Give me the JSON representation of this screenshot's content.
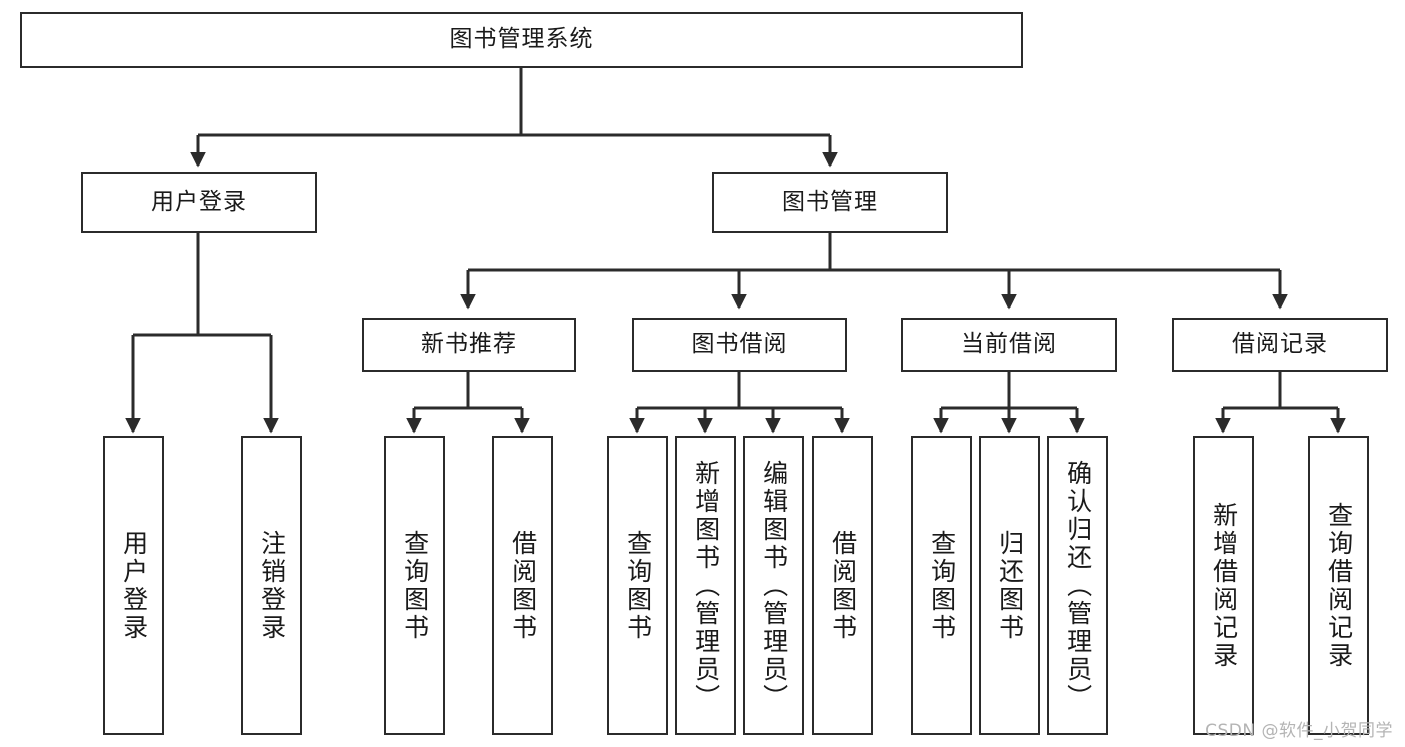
{
  "diagram": {
    "title": "图书管理系统",
    "type": "functional-structure-tree",
    "watermark": "CSDN @软件_小贺同学",
    "colors": {
      "background": "#ffffff",
      "box_border": "#2b2b2b",
      "box_fill": "#ffffff",
      "text": "#1a1a1a",
      "connector": "#2b2b2b",
      "watermark": "#b4b4b4"
    },
    "levels": {
      "level1": [
        "图书管理系统"
      ],
      "level2": [
        "用户登录",
        "图书管理"
      ],
      "level3": [
        "新书推荐",
        "图书借阅",
        "当前借阅",
        "借阅记录"
      ],
      "level4": [
        "用户登录",
        "注销登录",
        "查询图书",
        "借阅图书",
        "查询图书",
        "新增图书（管理员）",
        "编辑图书（管理员）",
        "借阅图书",
        "查询图书",
        "归还图书",
        "确认归还（管理员）",
        "新增借阅记录",
        "查询借阅记录"
      ]
    },
    "nodes": {
      "root": {
        "label": "图书管理系统"
      },
      "user_login": {
        "label": "用户登录"
      },
      "book_manage": {
        "label": "图书管理"
      },
      "new_book_rec": {
        "label": "新书推荐"
      },
      "book_borrow": {
        "label": "图书借阅"
      },
      "current_borrow": {
        "label": "当前借阅"
      },
      "borrow_record": {
        "label": "借阅记录"
      },
      "leaf_user_login": {
        "label": "用户登录"
      },
      "leaf_logout": {
        "label": "注销登录"
      },
      "leaf_query_book_a": {
        "label": "查询图书"
      },
      "leaf_borrow_book_a": {
        "label": "借阅图书"
      },
      "leaf_query_book_b": {
        "label": "查询图书"
      },
      "leaf_add_book": {
        "label": "新增图书（管理员）"
      },
      "leaf_edit_book": {
        "label": "编辑图书（管理员）"
      },
      "leaf_borrow_book_b": {
        "label": "借阅图书"
      },
      "leaf_query_book_c": {
        "label": "查询图书"
      },
      "leaf_return_book": {
        "label": "归还图书"
      },
      "leaf_confirm_return": {
        "label": "确认归还（管理员）"
      },
      "leaf_add_record": {
        "label": "新增借阅记录"
      },
      "leaf_query_record": {
        "label": "查询借阅记录"
      }
    }
  }
}
